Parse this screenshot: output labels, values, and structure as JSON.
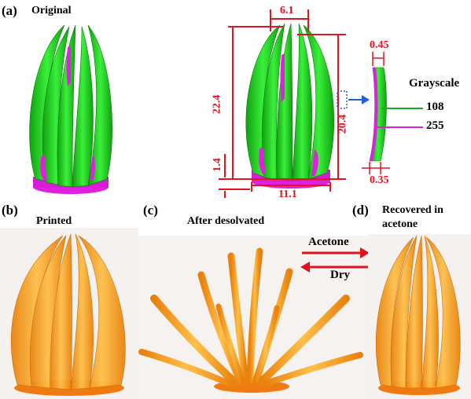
{
  "panels": {
    "a": {
      "letter": "(a)",
      "caption": "Original"
    },
    "b": {
      "letter": "(b)",
      "caption": "Printed"
    },
    "c": {
      "letter": "(c)",
      "caption": "After desolvated"
    },
    "d": {
      "letter": "(d)",
      "caption_line1": "Recovered in",
      "caption_line2": "acetone"
    }
  },
  "dimensions": {
    "top_width": "6.1",
    "height_total": "22.4",
    "height_inner": "20.4",
    "base_height": "1.4",
    "base_width": "11.1",
    "strip_top_thickness": "0.45",
    "strip_bottom_thickness": "0.35"
  },
  "grayscale": {
    "title": "Grayscale",
    "value_green": "108",
    "value_magenta": "255"
  },
  "process": {
    "forward": "Acetone",
    "backward": "Dry"
  },
  "colors": {
    "green": "#21d421",
    "magenta": "#e020e0",
    "dimension_red": "#e0141e",
    "orange": "#f39a1a",
    "arrow_blue": "#1f5fe0"
  }
}
